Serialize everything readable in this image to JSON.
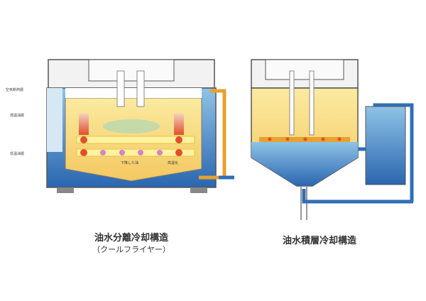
{
  "left_diagram": {
    "title": "油水分離冷却構造",
    "subtitle": "（クールフライヤー）",
    "labels": [
      "空気断熱層",
      "適温油層",
      "低温油層"
    ],
    "inner_labels": [
      "下降した油",
      "高温化"
    ]
  },
  "right_diagram": {
    "title": "油水積層冷却構造"
  },
  "colors": {
    "oil": "#f6dc7a",
    "water": "#2f6fb6",
    "heater": "#e0502a",
    "pipe": "#e8a030"
  }
}
